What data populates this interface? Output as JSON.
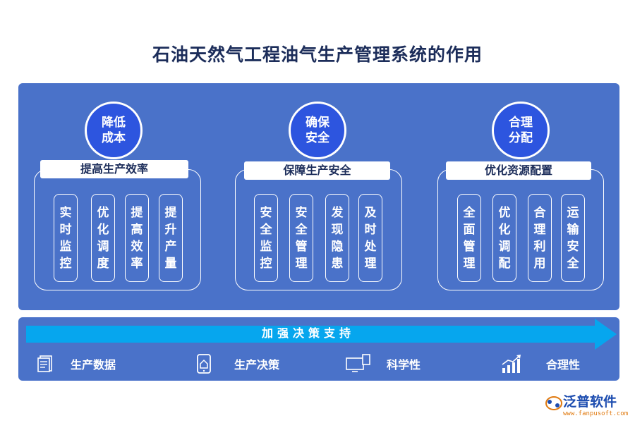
{
  "title": "石油天然气工程油气生产管理系统的作用",
  "columns": [
    {
      "circle": "降低成本",
      "label": "提高生产效率",
      "items": [
        "实时监控",
        "优化调度",
        "提高效率",
        "提升产量"
      ]
    },
    {
      "circle": "确保安全",
      "label": "保障生产安全",
      "items": [
        "安全监控",
        "安全管理",
        "发现隐患",
        "及时处理"
      ]
    },
    {
      "circle": "合理分配",
      "label": "优化资源配置",
      "items": [
        "全面管理",
        "优化调配",
        "合理利用",
        "运输安全"
      ]
    }
  ],
  "banner": "加强决策支持",
  "features": [
    {
      "icon": "document-icon",
      "label": "生产数据"
    },
    {
      "icon": "phone-icon",
      "label": "生产决策"
    },
    {
      "icon": "monitor-icon",
      "label": "科学性"
    },
    {
      "icon": "growth-chart-icon",
      "label": "合理性"
    }
  ],
  "brand": {
    "name": "泛普软件",
    "url": "www.fanpusoft.com"
  },
  "colors": {
    "panel": "#4a72c9",
    "circle": "#2d55df",
    "arrow": "#06a6ee",
    "title": "#1c2d5a"
  }
}
